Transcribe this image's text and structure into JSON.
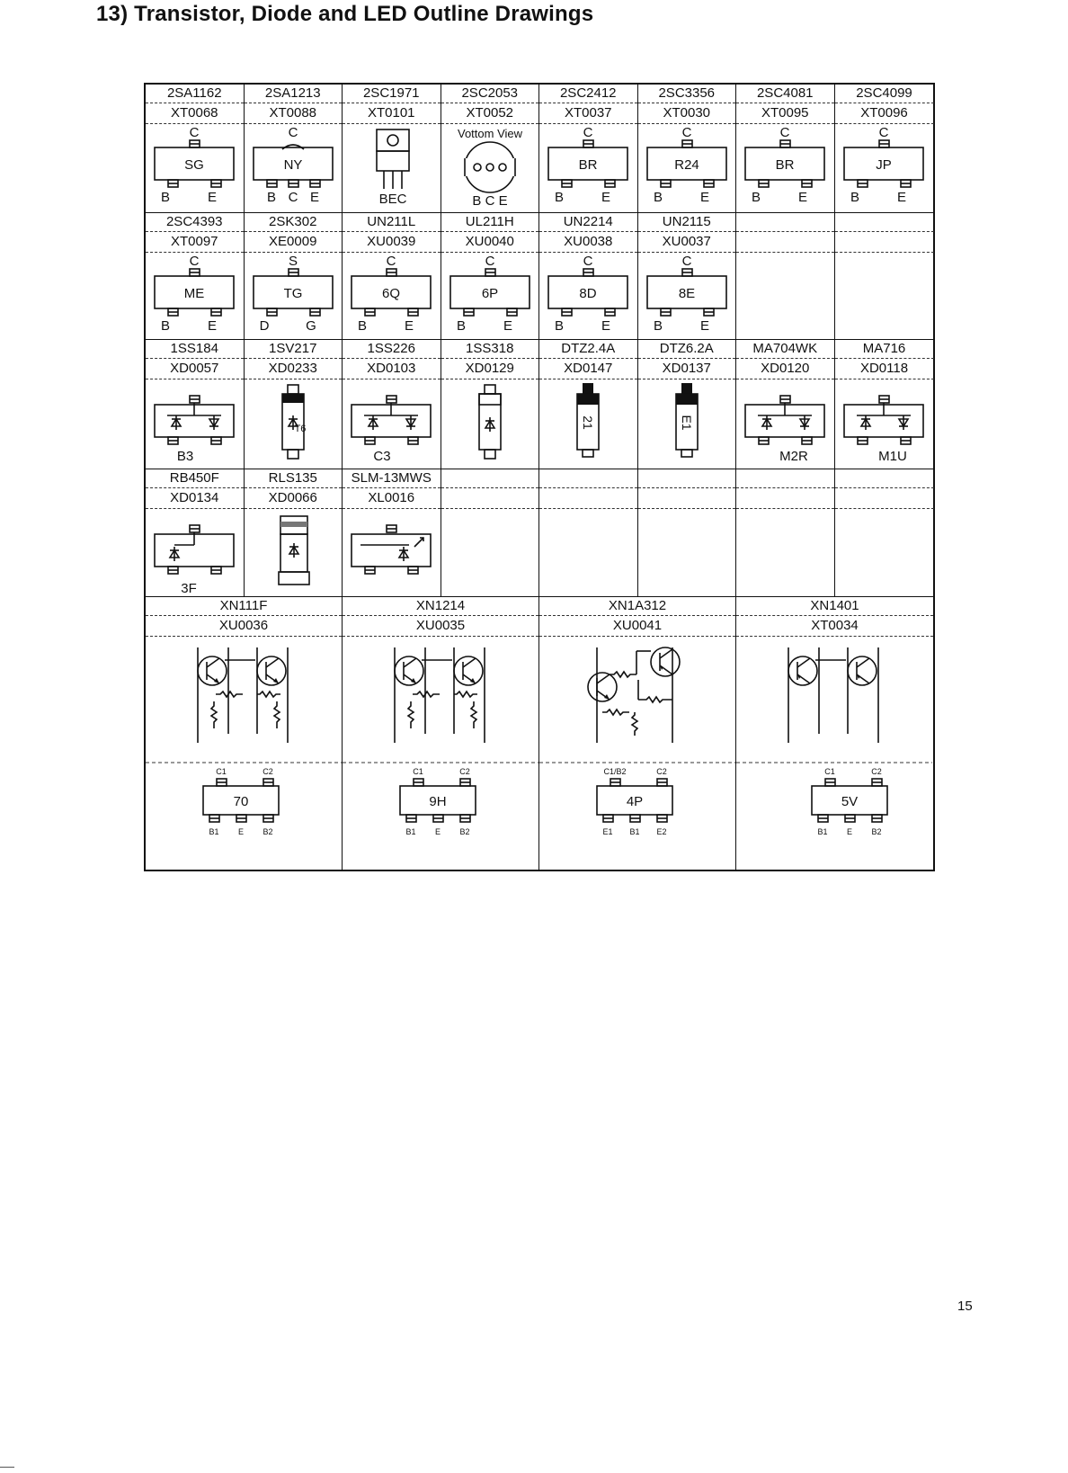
{
  "title": "13) Transistor, Diode and LED Outline Drawings",
  "page_number": "15",
  "rows": [
    [
      {
        "part": "2SA1162",
        "code": "XT0068",
        "type": "sot3",
        "top": "C",
        "mark": "SG",
        "pins": [
          "B",
          "E"
        ]
      },
      {
        "part": "2SA1213",
        "code": "XT0088",
        "type": "sot3arc",
        "top": "C",
        "mark": "NY",
        "pins": [
          "B",
          "C",
          "E"
        ]
      },
      {
        "part": "2SC1971",
        "code": "XT0101",
        "type": "to220",
        "top": "",
        "mark": "",
        "pins": [
          "B",
          "E",
          "C"
        ]
      },
      {
        "part": "2SC2053",
        "code": "XT0052",
        "type": "to92",
        "top": "Vottom View",
        "mark": "",
        "pins": [
          "B",
          "C",
          "E"
        ]
      },
      {
        "part": "2SC2412",
        "code": "XT0037",
        "type": "sot3",
        "top": "C",
        "mark": "BR",
        "pins": [
          "B",
          "E"
        ]
      },
      {
        "part": "2SC3356",
        "code": "XT0030",
        "type": "sot3",
        "top": "C",
        "mark": "R24",
        "pins": [
          "B",
          "E"
        ]
      },
      {
        "part": "2SC4081",
        "code": "XT0095",
        "type": "sot3",
        "top": "C",
        "mark": "BR",
        "pins": [
          "B",
          "E"
        ]
      },
      {
        "part": "2SC4099",
        "code": "XT0096",
        "type": "sot3",
        "top": "C",
        "mark": "JP",
        "pins": [
          "B",
          "E"
        ]
      }
    ],
    [
      {
        "part": "2SC4393",
        "code": "XT0097",
        "type": "sot3",
        "top": "C",
        "mark": "ME",
        "pins": [
          "B",
          "E"
        ]
      },
      {
        "part": "2SK302",
        "code": "XE0009",
        "type": "sot3",
        "top": "S",
        "mark": "TG",
        "pins": [
          "D",
          "G"
        ]
      },
      {
        "part": "UN211L",
        "code": "XU0039",
        "type": "sot3",
        "top": "C",
        "mark": "6Q",
        "pins": [
          "B",
          "E"
        ]
      },
      {
        "part": "UL211H",
        "code": "XU0040",
        "type": "sot3",
        "top": "C",
        "mark": "6P",
        "pins": [
          "B",
          "E"
        ]
      },
      {
        "part": "UN2214",
        "code": "XU0038",
        "type": "sot3",
        "top": "C",
        "mark": "8D",
        "pins": [
          "B",
          "E"
        ]
      },
      {
        "part": "UN2115",
        "code": "XU0037",
        "type": "sot3",
        "top": "C",
        "mark": "8E",
        "pins": [
          "B",
          "E"
        ]
      },
      {
        "part": "",
        "code": "",
        "type": "empty"
      },
      {
        "part": "",
        "code": "",
        "type": "empty"
      }
    ],
    [
      {
        "part": "1SS184",
        "code": "XD0057",
        "type": "dualdiode",
        "mark": "B3"
      },
      {
        "part": "1SV217",
        "code": "XD0233",
        "type": "axial",
        "mark": "T6"
      },
      {
        "part": "1SS226",
        "code": "XD0103",
        "type": "dualdiode",
        "mark": "C3"
      },
      {
        "part": "1SS318",
        "code": "XD0129",
        "type": "axialhatch",
        "mark": ""
      },
      {
        "part": "DTZ2.4A",
        "code": "XD0147",
        "type": "zener",
        "mark": "21"
      },
      {
        "part": "DTZ6.2A",
        "code": "XD0137",
        "type": "zener",
        "mark": "E1"
      },
      {
        "part": "MA704WK",
        "code": "XD0120",
        "type": "dualdiode",
        "mark": "M2R"
      },
      {
        "part": "MA716",
        "code": "XD0118",
        "type": "dualdiode",
        "mark": "M1U"
      }
    ],
    [
      {
        "part": "RB450F",
        "code": "XD0134",
        "type": "singlediode",
        "mark": "3F"
      },
      {
        "part": "RLS135",
        "code": "XD0066",
        "type": "mini",
        "mark": ""
      },
      {
        "part": "SLM-13MWS",
        "code": "XL0016",
        "type": "led",
        "mark": ""
      },
      {
        "part": "",
        "code": "",
        "type": "empty"
      },
      {
        "part": "",
        "code": "",
        "type": "empty"
      },
      {
        "part": "",
        "code": "",
        "type": "empty"
      },
      {
        "part": "",
        "code": "",
        "type": "empty"
      },
      {
        "part": "",
        "code": "",
        "type": "empty"
      }
    ]
  ],
  "arrays": [
    {
      "part": "XN111F",
      "code": "XU0036",
      "mark": "70",
      "top_pins": [
        "C1",
        "C2"
      ],
      "bottom_pins": [
        "B1",
        "E",
        "B2"
      ]
    },
    {
      "part": "XN1214",
      "code": "XU0035",
      "mark": "9H",
      "top_pins": [
        "C1",
        "C2"
      ],
      "bottom_pins": [
        "B1",
        "E",
        "B2"
      ]
    },
    {
      "part": "XN1A312",
      "code": "XU0041",
      "mark": "4P",
      "top_pins": [
        "C1/B2",
        "C2"
      ],
      "bottom_pins": [
        "E1",
        "B1",
        "E2"
      ]
    },
    {
      "part": "XN1401",
      "code": "XT0034",
      "mark": "5V",
      "top_pins": [
        "C1",
        "C2"
      ],
      "bottom_pins": [
        "B1",
        "E",
        "B2"
      ]
    }
  ]
}
